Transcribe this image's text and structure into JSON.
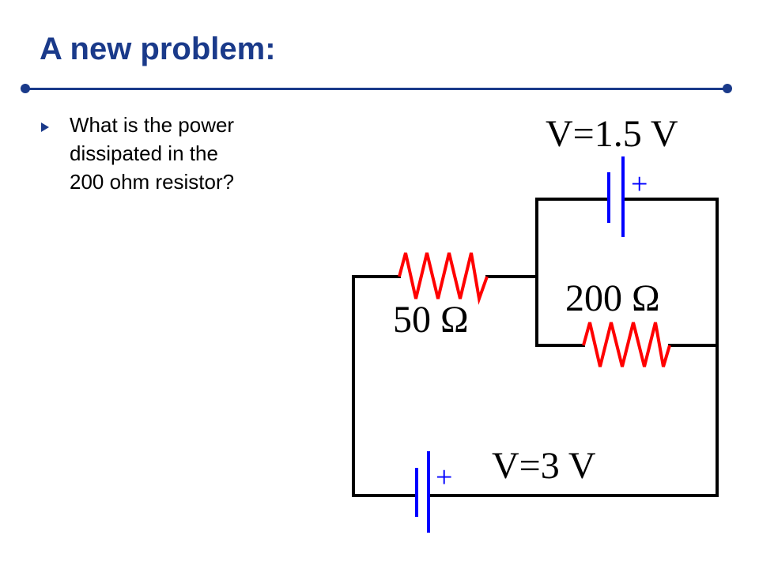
{
  "slide": {
    "title": "A new problem:",
    "bullet_lines": [
      "What is the power",
      "dissipated in the",
      "200 ohm resistor?"
    ]
  },
  "circuit": {
    "top_battery_label": "V=1.5 V",
    "top_battery_polarity": "+",
    "bottom_battery_label": "V=3 V",
    "bottom_battery_polarity": "+",
    "resistor_50_label": "50 Ω",
    "resistor_200_label": "200 Ω"
  },
  "colors": {
    "title": "#1a3a8a",
    "rule": "#1a3a8a",
    "bullet_marker": "#1a3a8a",
    "text": "#000000",
    "wire": "#000000",
    "resistor": "#ff0000",
    "battery": "#0000ff"
  }
}
